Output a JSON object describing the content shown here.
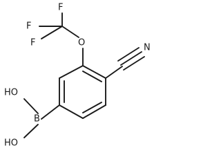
{
  "molecule": {
    "atoms": {
      "f1": "F",
      "f2": "F",
      "f3": "F",
      "o_ether": "O",
      "n_nitrile": "N",
      "boron": "B",
      "oh_top": "HO",
      "oh_bottom": "HO"
    }
  },
  "colors": {
    "ink": "#1a1a1a",
    "background": "#ffffff"
  }
}
